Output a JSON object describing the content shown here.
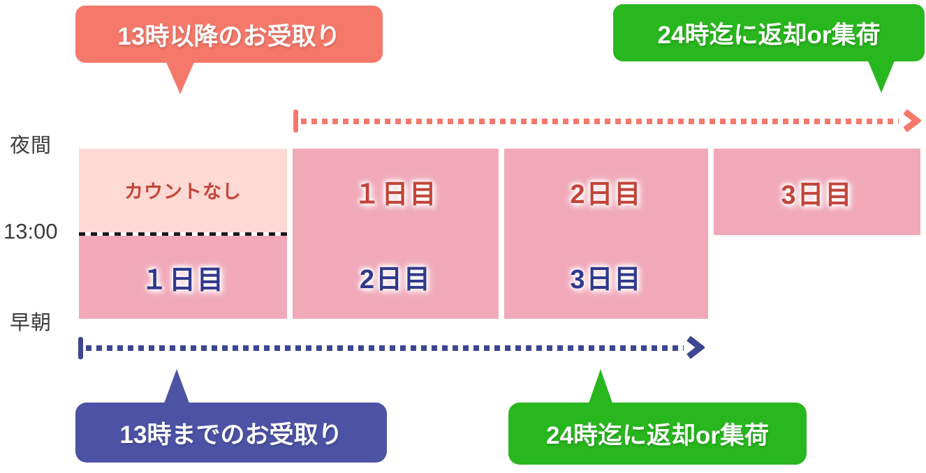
{
  "colors": {
    "background": "#ffffff",
    "salmon_banner": "#F5796B",
    "green_banner": "#28B71E",
    "indigo_banner": "#4C53A5",
    "indigo_arrow": "#3D468F",
    "pink_box": "#F1A9BA",
    "light_pink_box": "#FFD9D4",
    "red_day_text": "#C2453A",
    "blue_day_text": "#30398C",
    "axis_label_gray": "#3B3B3B",
    "divider_black": "#1A1A1A"
  },
  "callouts": {
    "top_left": "13時以降のお受取り",
    "top_right": "24時迄に返却or集荷",
    "bottom_left": "13時までのお受取り",
    "bottom_right": "24時迄に返却or集荷"
  },
  "timeline_labels": {
    "night": "夜間",
    "cutoff": "13:00",
    "early_morning": "早朝"
  },
  "columns": [
    {
      "top_label": "カウントなし",
      "bottom_label": "１日目"
    },
    {
      "top_label": "１日目",
      "bottom_label": "2日目"
    },
    {
      "top_label": "2日目",
      "bottom_label": "3日目"
    },
    {
      "top_label": "3日目"
    }
  ]
}
